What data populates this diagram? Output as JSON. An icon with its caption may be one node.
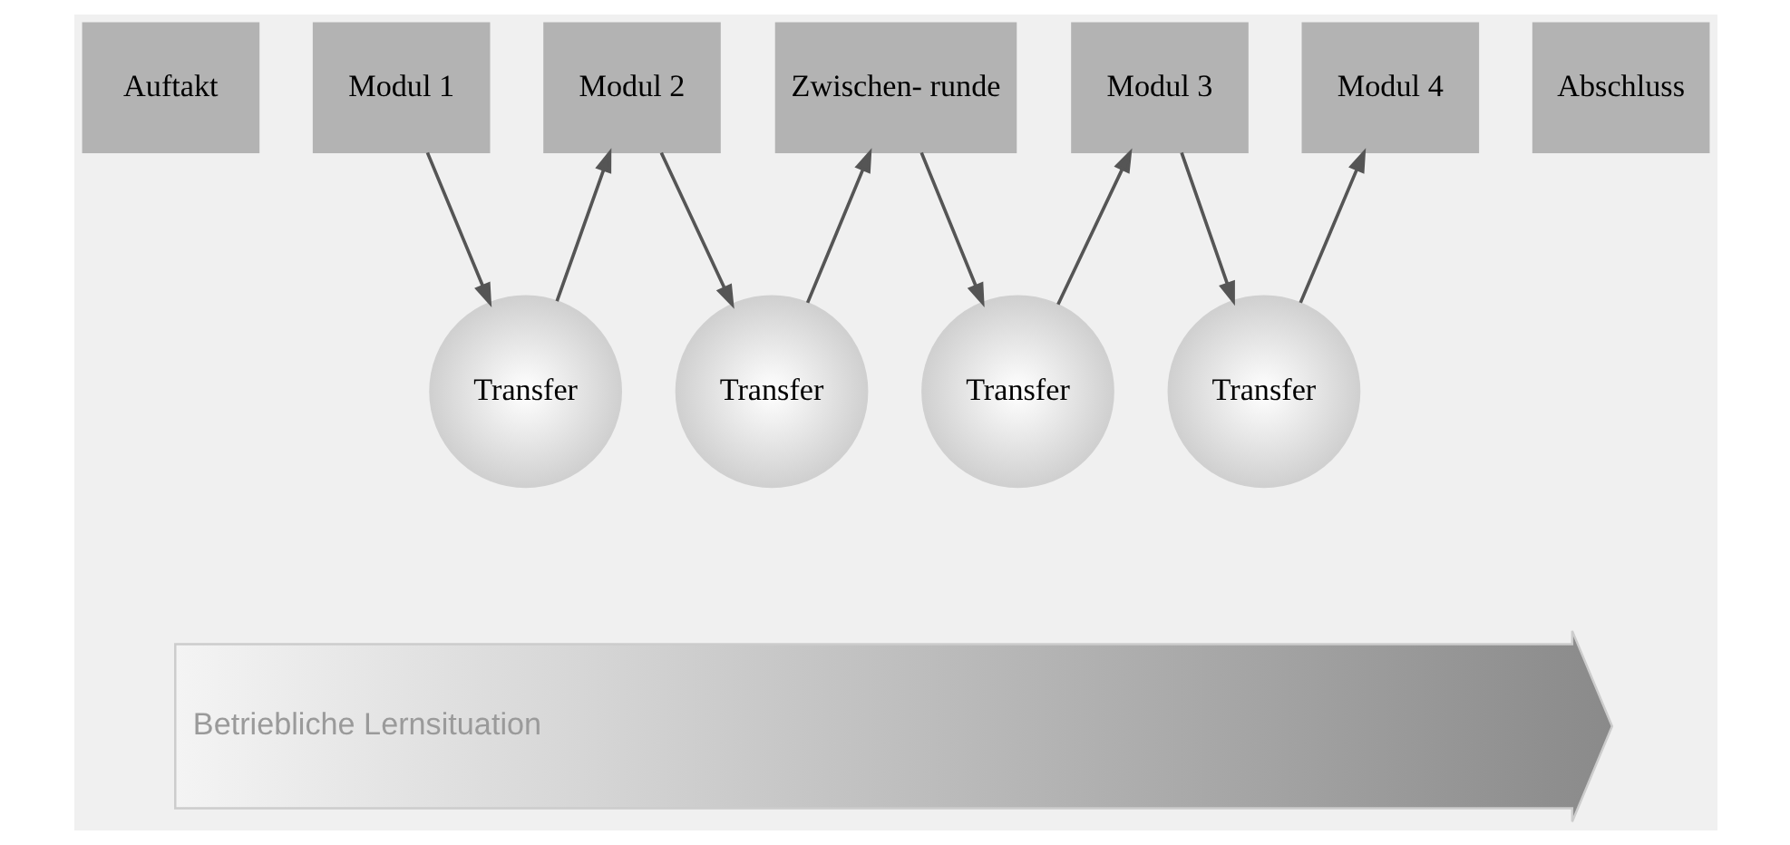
{
  "diagram": {
    "nodes": [
      {
        "text": [
          "Auftakt"
        ]
      },
      {
        "text": [
          "Modul 1"
        ]
      },
      {
        "text": [
          "Modul 2"
        ]
      },
      {
        "text": [
          "Zwischen- runde"
        ]
      },
      {
        "text": [
          "Modul 3"
        ]
      },
      {
        "text": [
          "Modul 4"
        ]
      },
      {
        "text": [
          "Abschluss"
        ]
      },
      {
        "text": [
          "Transfer"
        ]
      },
      {
        "text": [
          "Transfer"
        ]
      },
      {
        "text": [
          "Transfer"
        ]
      },
      {
        "text": [
          "Transfer"
        ]
      },
      {
        "text": [
          "Betriebliche Lernsituation"
        ]
      }
    ],
    "edges": [
      {
        "from": 1,
        "to": 7,
        "arrow": "to"
      },
      {
        "from": 7,
        "to": 2,
        "arrow": "to"
      },
      {
        "from": 2,
        "to": 8,
        "arrow": "to"
      },
      {
        "from": 8,
        "to": 3,
        "arrow": "to"
      },
      {
        "from": 3,
        "to": 9,
        "arrow": "to"
      },
      {
        "from": 9,
        "to": 4,
        "arrow": "to"
      },
      {
        "from": 4,
        "to": 10,
        "arrow": "to"
      },
      {
        "from": 10,
        "to": 5,
        "arrow": "to"
      }
    ]
  }
}
